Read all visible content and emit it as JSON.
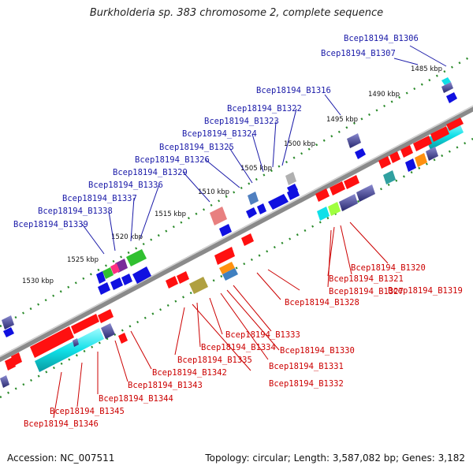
{
  "header": {
    "title": "Burkholderia sp. 383 chromosome 2, complete sequence"
  },
  "footer": {
    "accession": "Accession: NC_007511",
    "topology": "Topology: circular; Length: 3,587,082 bp; Genes: 3,182"
  },
  "colors": {
    "backbone": "#8a8a8a",
    "tick": "#2a8a2a",
    "forward_label": "#1a1aa8",
    "reverse_label": "#cc0000",
    "gene_blue": "#1010e0",
    "gene_red": "#ff1010"
  },
  "scale": {
    "kbp_labels": [
      "1485 kbp",
      "1490 kbp",
      "1495 kbp",
      "1500 kbp",
      "1505 kbp",
      "1510 kbp",
      "1515 kbp",
      "1520 kbp",
      "1525 kbp",
      "1530 kbp"
    ]
  },
  "labels": {
    "forward": [
      "Bcep18194_B1306",
      "Bcep18194_B1307",
      "Bcep18194_B1316",
      "Bcep18194_B1322",
      "Bcep18194_B1323",
      "Bcep18194_B1324",
      "Bcep18194_B1325",
      "Bcep18194_B1326",
      "Bcep18194_B1329",
      "Bcep18194_B1336",
      "Bcep18194_B1337",
      "Bcep18194_B1338",
      "Bcep18194_B1339"
    ],
    "reverse": [
      "Bcep18194_B1320",
      "Bcep18194_B1321",
      "Bcep18194_B1319",
      "Bcep18194_B1327",
      "Bcep18194_B1328",
      "Bcep18194_B1333",
      "Bcep18194_B1330",
      "Bcep18194_B1334",
      "Bcep18194_B1335",
      "Bcep18194_B1331",
      "Bcep18194_B1332",
      "Bcep18194_B1342",
      "Bcep18194_B1343",
      "Bcep18194_B1344",
      "Bcep18194_B1345",
      "Bcep18194_B1346"
    ]
  }
}
